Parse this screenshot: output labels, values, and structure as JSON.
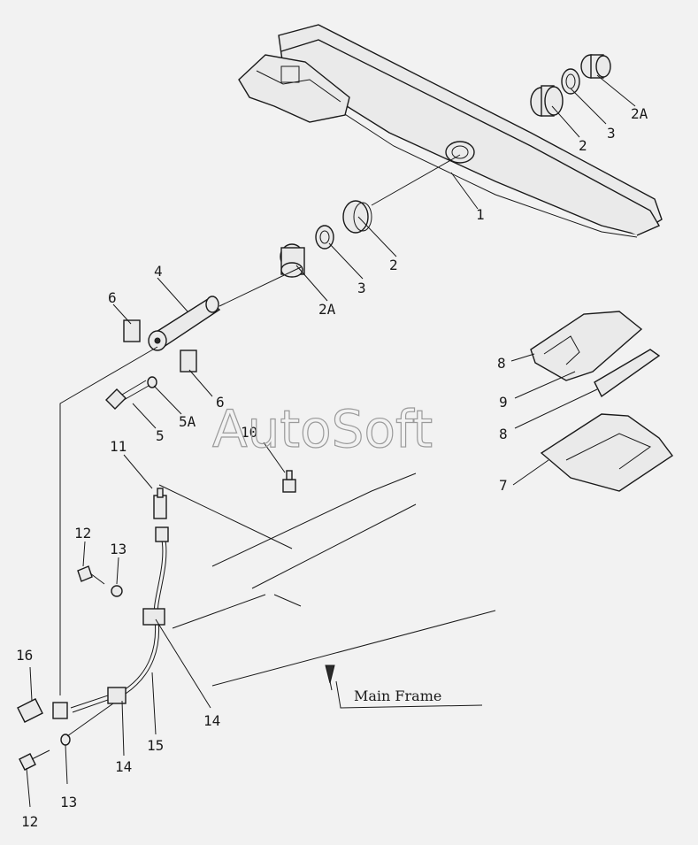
{
  "watermark": "AutoSoft",
  "frame_caption": "Main Frame",
  "labels": {
    "p1": "1",
    "p2a": "2",
    "p2b": "2",
    "p2A_a": "2A",
    "p2A_b": "2A",
    "p3a": "3",
    "p3b": "3",
    "p4": "4",
    "p5": "5",
    "p5A": "5A",
    "p6a": "6",
    "p6b": "6",
    "p7": "7",
    "p8a": "8",
    "p8b": "8",
    "p9": "9",
    "p10": "10",
    "p11": "11",
    "p12a": "12",
    "p12b": "12",
    "p13a": "13",
    "p13b": "13",
    "p14a": "14",
    "p14b": "14",
    "p15": "15",
    "p16": "16"
  }
}
